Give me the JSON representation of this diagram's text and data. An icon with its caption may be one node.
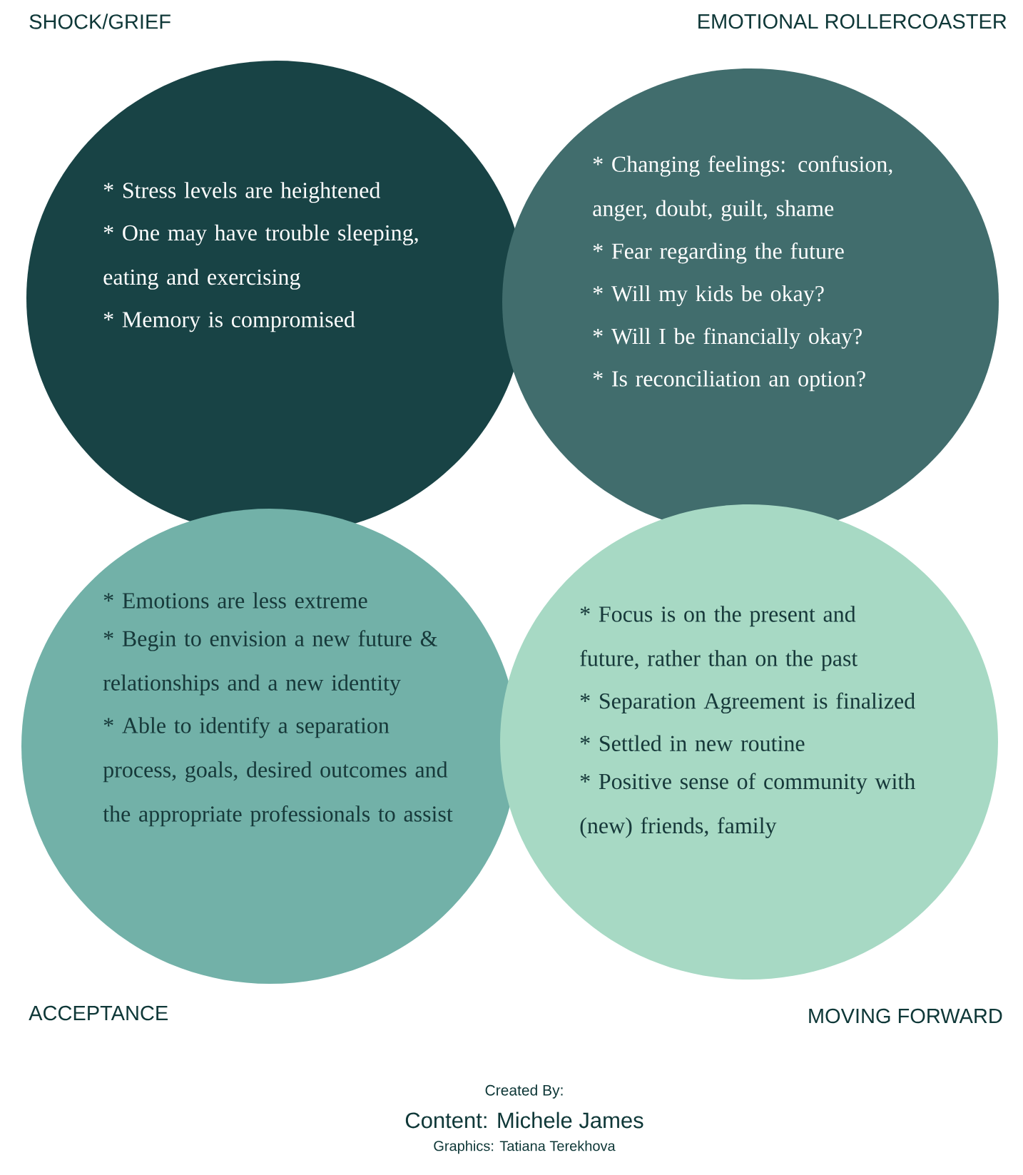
{
  "diagram": {
    "nodes": [
      {
        "text": [
          "SHOCK/GRIEF",
          "* Stress levels are heightened",
          "* One may have trouble sleeping, eating and exercising",
          "* Memory is compromised"
        ]
      },
      {
        "text": [
          "EMOTIONAL ROLLERCOASTER",
          "* Changing feelings: confusion, anger, doubt, guilt, shame",
          "* Fear regarding the future",
          "* Will my kids be okay?",
          "* Will I be financially okay?",
          "* Is reconciliation an option?"
        ]
      },
      {
        "text": [
          "ACCEPTANCE",
          "* Emotions are less extreme",
          "* Begin to envision a new future & relationships and a new identity",
          "* Able to identify a separation process, goals, desired outcomes and the appropriate professionals to assist"
        ]
      },
      {
        "text": [
          "MOVING FORWARD",
          "* Focus is on the present and future, rather than on the past",
          "* Separation Agreement is finalized",
          "* Settled in new routine",
          "* Positive sense of community with (new) friends, family"
        ]
      }
    ],
    "labels": [
      "Created By:",
      "Content: Michele James",
      "Graphics: Tatiana Terekhova"
    ]
  }
}
